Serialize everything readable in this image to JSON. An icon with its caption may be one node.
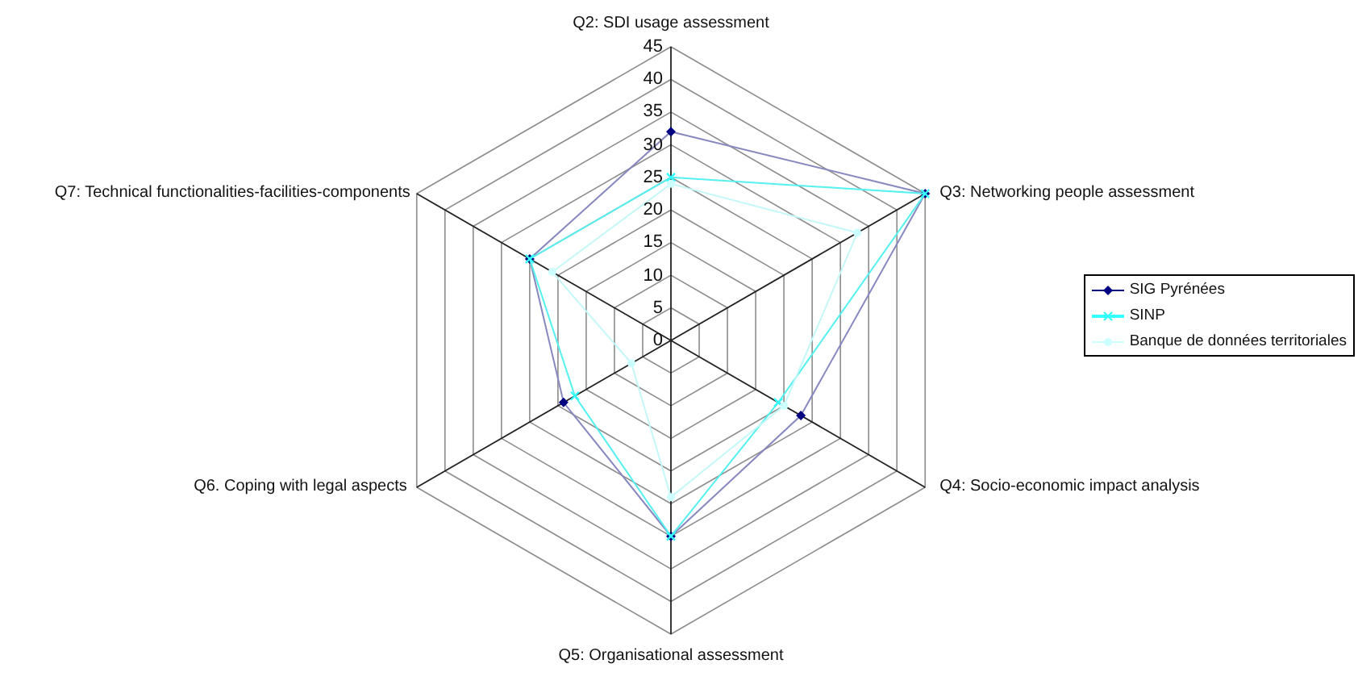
{
  "diagram": {
    "labels": [
      "Q2: SDI usage assessment",
      "45",
      "40",
      "35",
      "30",
      "25",
      "Q7: Technical functionalities-facilities-components",
      "Q3: Networking people assessment",
      "20",
      "15",
      "10",
      "5",
      "0",
      "Q6. Coping with legal aspects",
      "Q4: Socio-economic impact analysis",
      "Q5: Organisational assessment"
    ],
    "legend": [
      {
        "text": "SIG Pyrénées"
      },
      {
        "text": "SINP"
      },
      {
        "text": "Banque de données territoriales"
      }
    ]
  }
}
